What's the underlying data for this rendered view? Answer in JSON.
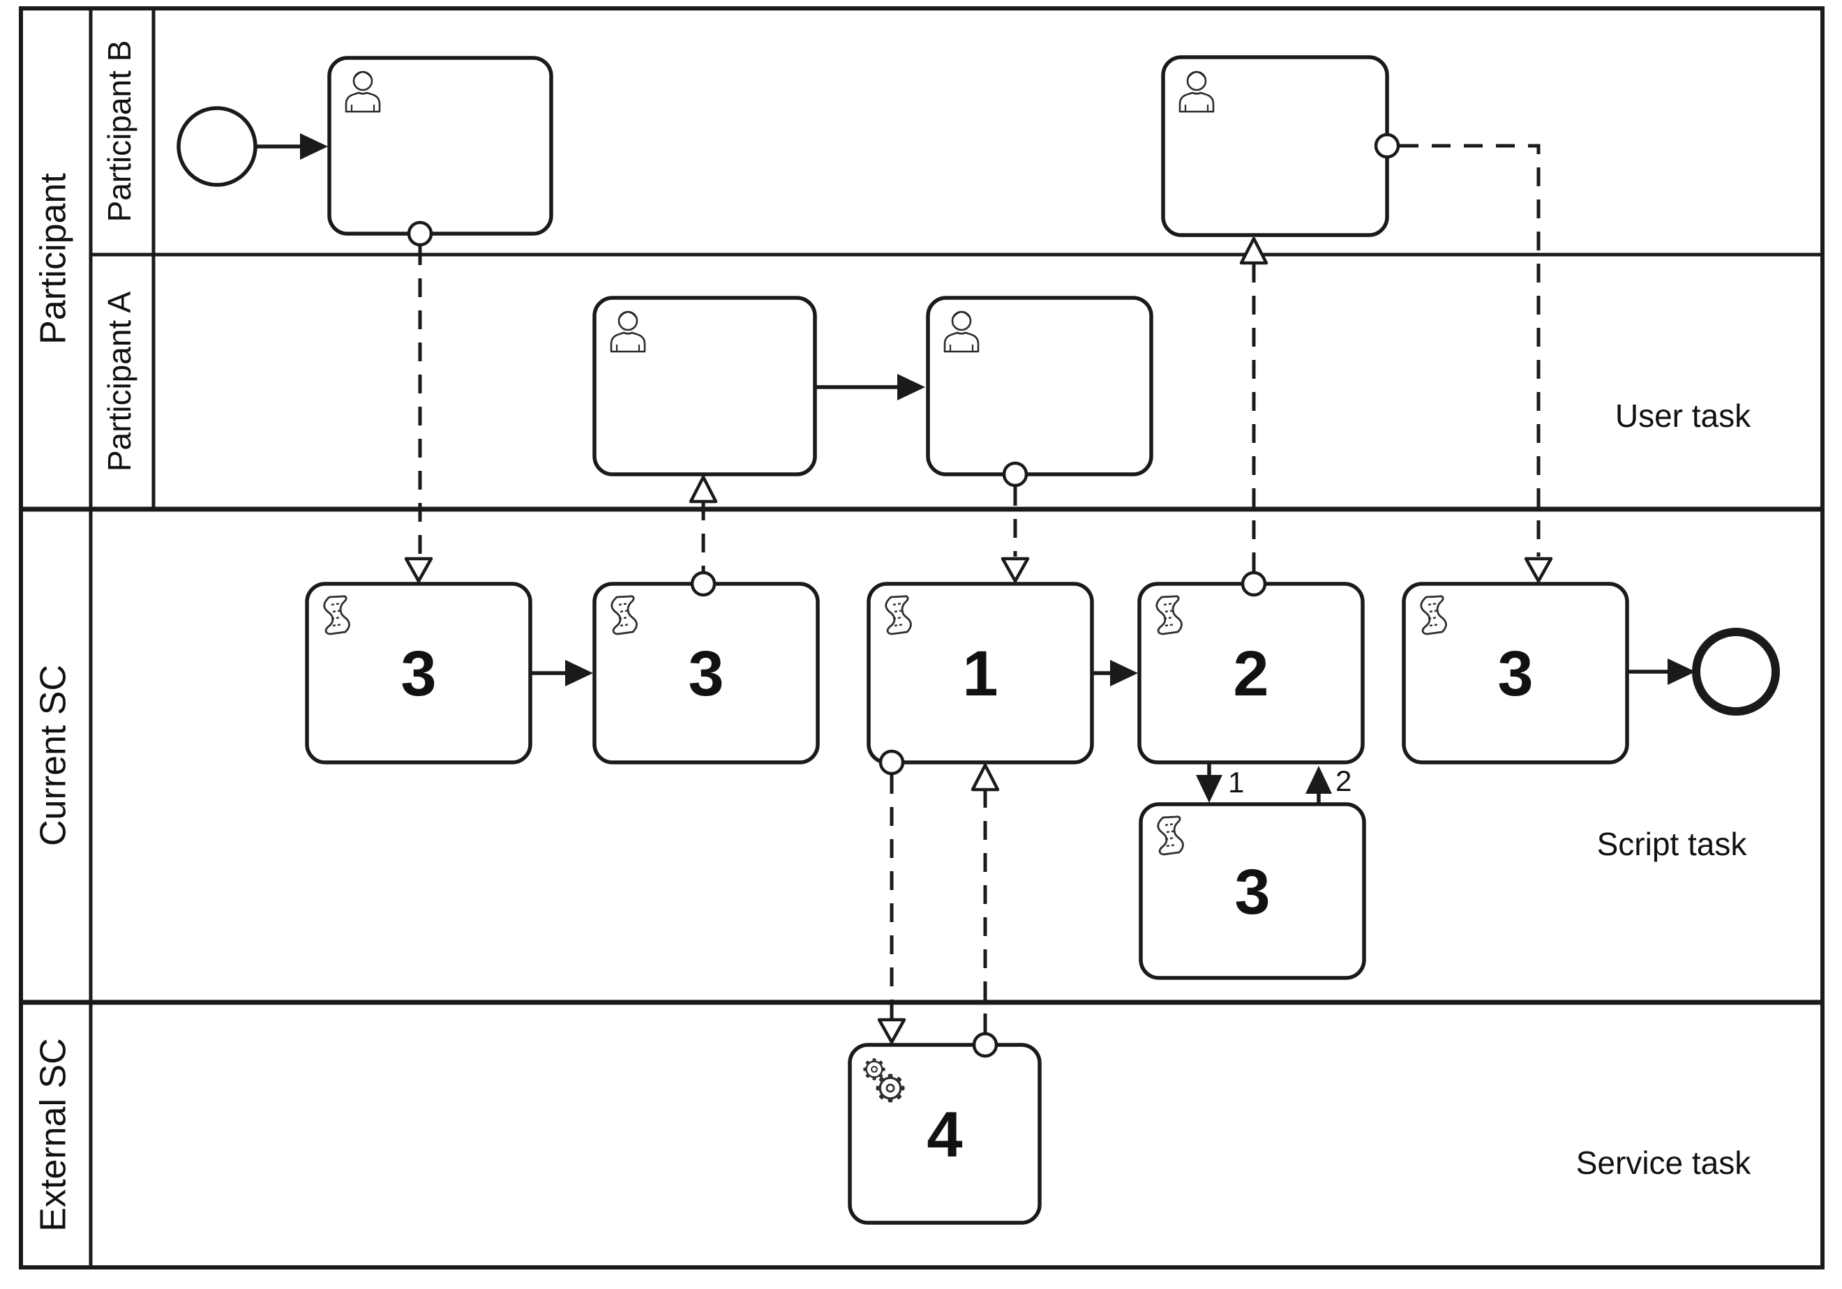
{
  "pool_participant": {
    "label": "Participant",
    "lane_b_label": "Participant B",
    "lane_a_label": "Participant A"
  },
  "pool_current_sc": {
    "label": "Current SC"
  },
  "pool_external_sc": {
    "label": "External SC"
  },
  "legend": {
    "user_task": "User task",
    "script_task": "Script task",
    "service_task": "Service task"
  },
  "tasks": {
    "script_1": "3",
    "script_2": "3",
    "script_3": "1",
    "script_4": "2",
    "script_5": "3",
    "script_sub": "3",
    "service": "4"
  },
  "edge_labels": {
    "call": "1",
    "return": "2"
  },
  "icons": {
    "user": "user-icon",
    "script": "script-icon",
    "service": "gears-icon"
  },
  "colors": {
    "stroke": "#1a1a1a",
    "background": "#ffffff",
    "edge_label_1": "#3a3a3a",
    "edge_label_2": "#557bab"
  }
}
